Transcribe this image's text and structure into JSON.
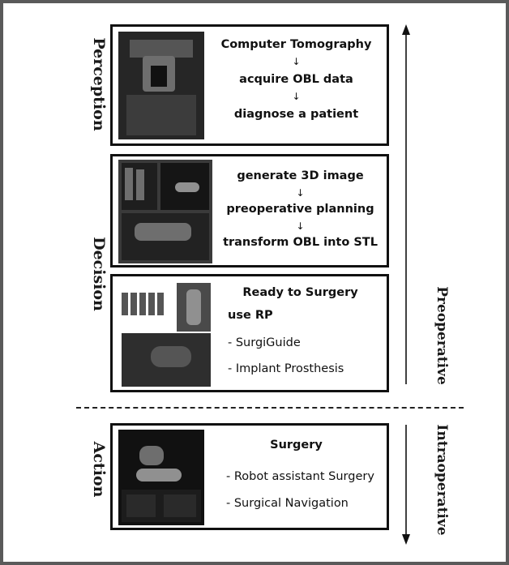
{
  "stages": {
    "perception": "Perception",
    "decision": "Decision",
    "action": "Action"
  },
  "phases": {
    "preoperative": "Preoperative",
    "intraoperative": "Intraoperative"
  },
  "box1": {
    "lines": [
      "Computer Tomography",
      "acquire OBL data",
      "diagnose a patient"
    ]
  },
  "box2": {
    "lines": [
      "generate 3D image",
      "preoperative planning",
      "transform OBL into STL"
    ]
  },
  "box3": {
    "heading": "Ready to Surgery",
    "sub": "use RP",
    "items": [
      "- SurgiGuide",
      "- Implant Prosthesis"
    ]
  },
  "box4": {
    "heading": "Surgery",
    "items": [
      "- Robot assistant Surgery",
      "- Surgical Navigation"
    ]
  },
  "arrow_glyph": "↓"
}
